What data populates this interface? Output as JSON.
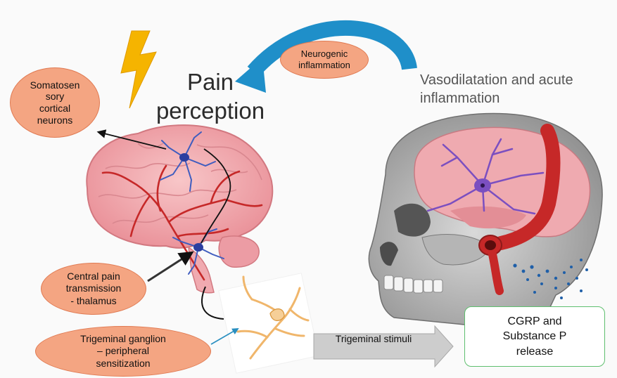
{
  "title_pain": "Pain\nperception",
  "title_vaso": "Vasodilatation and acute\ninflammation",
  "labels": {
    "neurogenic": "Neurogenic\ninflammation",
    "somatosensory": "Somatosen\nsory\ncortical\nneurons",
    "central": "Central pain\ntransmission\n- thalamus",
    "trigeminal_ganglion": "Trigeminal ganglion\n– peripheral\nsensitization",
    "trigeminal_stimuli": "Trigeminal stimuli",
    "cgrp": "CGRP and\nSubstance P\nrelease"
  },
  "icons": [
    "lightning-bolt-icon",
    "brain-illustration",
    "skull-illustration",
    "neuron-icon",
    "trigeminal-nerve-icon",
    "blood-vessel-icon"
  ],
  "colors": {
    "oval_fill": "#f4a582",
    "oval_border": "#e07a52",
    "curved_arrow": "#1f8fc9",
    "lightning": "#f5b400",
    "brain": "#f3a7ad",
    "vessel": "#c62828",
    "neuron": "#7b4fc0",
    "cgrp_border": "#5fbf6f",
    "stimuli_arrow": "#c9c9c9"
  }
}
